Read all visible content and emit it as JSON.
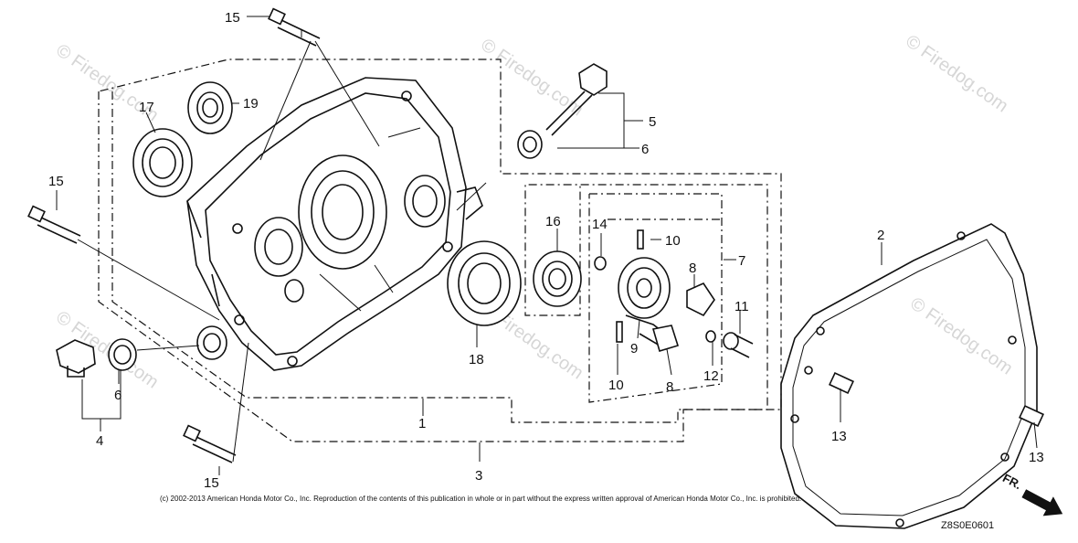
{
  "watermarks": [
    "© Firedog.com",
    "© Firedog.com",
    "© Firedog.com",
    "© Firedog.com",
    "© Firedog.com",
    "© Firedog.com"
  ],
  "callouts": {
    "c1": "1",
    "c2": "2",
    "c3": "3",
    "c4": "4",
    "c5": "5",
    "c6a": "6",
    "c6b": "6",
    "c7": "7",
    "c8a": "8",
    "c8b": "8",
    "c9": "9",
    "c10a": "10",
    "c10b": "10",
    "c11": "11",
    "c12": "12",
    "c13a": "13",
    "c13b": "13",
    "c14": "14",
    "c15a": "15",
    "c15b": "15",
    "c15c": "15",
    "c16": "16",
    "c17": "17",
    "c18": "18",
    "c19": "19"
  },
  "copyright": "(c) 2002-2013 American Honda Motor Co., Inc. Reproduction of the contents of this publication in whole or in part without the express written approval of American Honda Motor Co., Inc. is prohibited.",
  "diagram_code": "Z8S0E0601",
  "front_indicator": "FR."
}
